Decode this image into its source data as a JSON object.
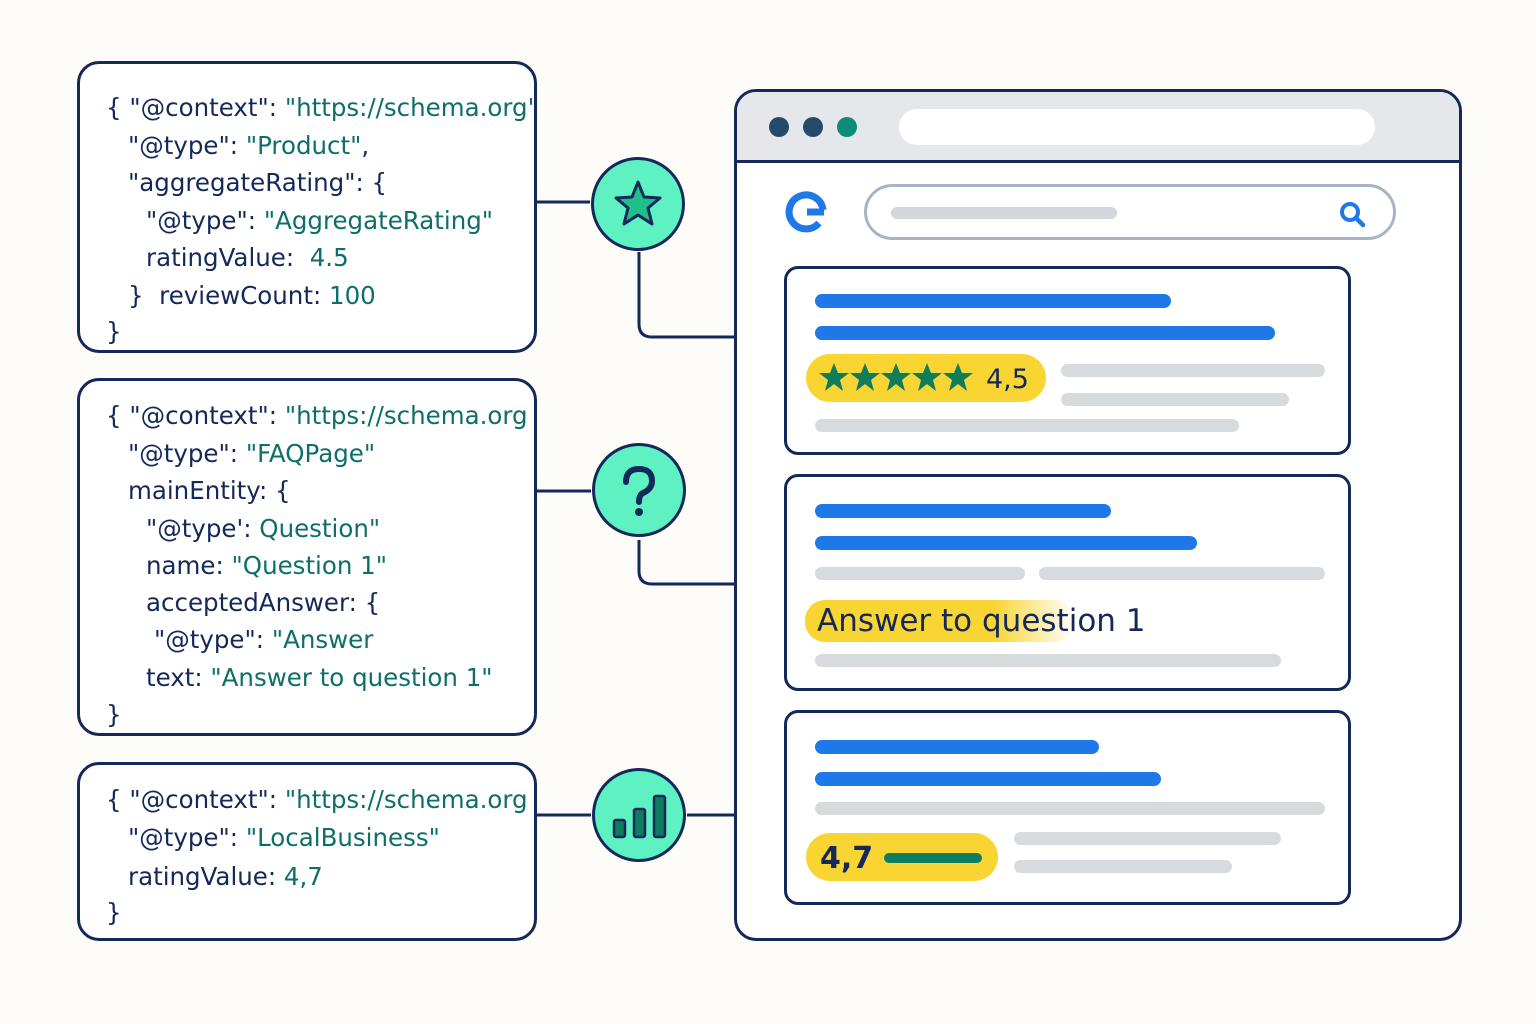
{
  "code_snippets": {
    "product": {
      "line1_open": "{ ",
      "line1_key": "\"@context\": ",
      "line1_val": "\"https://schema.org\"",
      "line2_key": "\"@type\": ",
      "line2_val": "\"Product\"",
      "line2_end": ",",
      "line3": "\"aggregateRating\": {",
      "line4_key": "\"@type\": ",
      "line4_val": "\"AggregateRating\"",
      "line5_key": "ratingValue:  ",
      "line5_val": "4.5",
      "line6_key": "}  reviewCount: ",
      "line6_val": "100",
      "line7": "}"
    },
    "faq": {
      "line1_open": "{ ",
      "line1_key": "\"@context\": ",
      "line1_val": "\"https://schema.org",
      "line2_key": "\"@type\": ",
      "line2_val": "\"FAQPage\"",
      "line3": "mainEntity: {",
      "line4_key": "\"@type': ",
      "line4_val": "Question\"",
      "line5_key": "name: ",
      "line5_val": "\"Question 1\"",
      "line6": "acceptedAnswer: {",
      "line7_key": "\"@type\": ",
      "line7_val": "\"Answer",
      "line8_key": "text: ",
      "line8_val": "\"Answer to question 1\"",
      "line9": "}"
    },
    "local_business": {
      "line1_open": "{ ",
      "line1_key": "\"@context\": ",
      "line1_val": "\"https://schema.org",
      "line2_key": "\"@type\": ",
      "line2_val": "\"LocalBusiness\"",
      "line3_key": "ratingValue: ",
      "line3_val": "4,7",
      "line4": "}"
    }
  },
  "icons": [
    "star-icon",
    "question-mark-icon",
    "bar-chart-icon"
  ],
  "browser": {
    "search_engine_logo": "G",
    "results": {
      "product_rating": "4,5",
      "faq_answer": "Answer to question 1",
      "local_rating": "4,7"
    }
  },
  "colors": {
    "navy": "#14285a",
    "teal_text": "#0d6e6a",
    "mint": "#5ef2c2",
    "result_blue": "#1f78e8",
    "highlight_yellow": "#f9d533",
    "star_green": "#0e7d5e"
  }
}
